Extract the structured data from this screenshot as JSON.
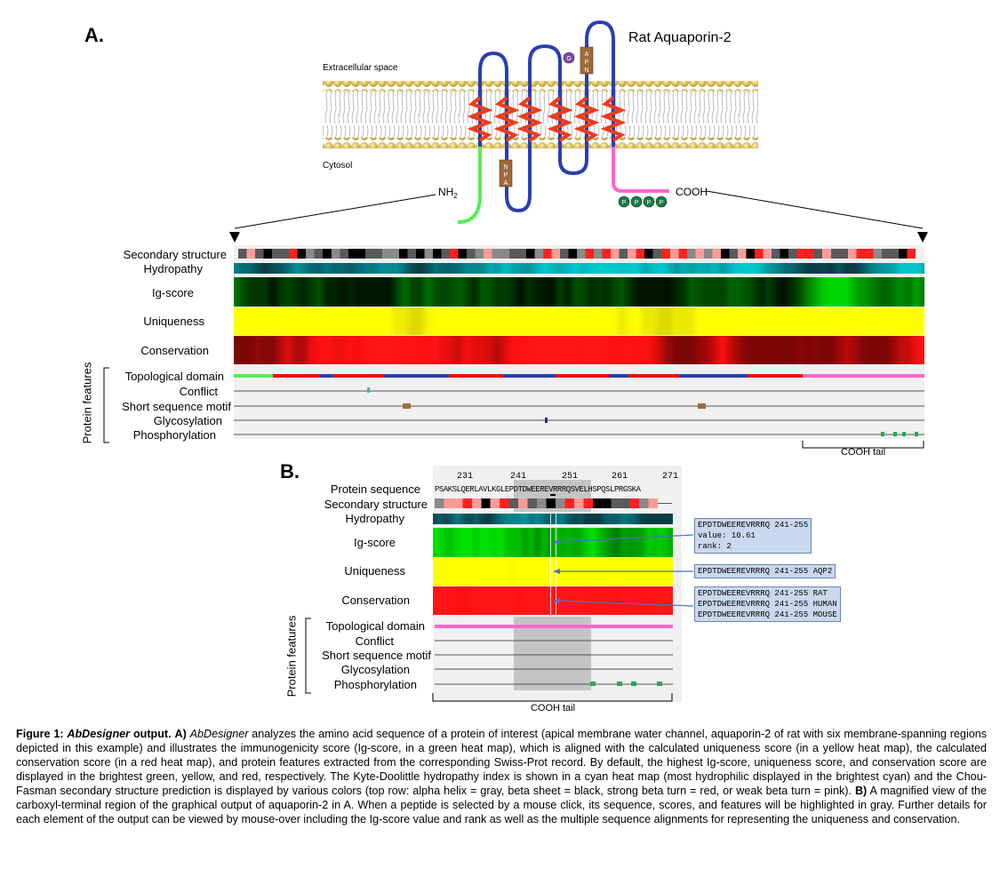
{
  "panelA": {
    "letter": "A.",
    "title": "Rat Aquaporin-2",
    "extracellular": "Extracellular space",
    "cytosol": "Cytosol",
    "nh2": "NH",
    "nh2_sub": "2",
    "cooh": "COOH",
    "motif_npa": [
      "N",
      "P",
      "A"
    ],
    "motif_apn": [
      "A",
      "P",
      "N"
    ],
    "glyco_label": "G",
    "phospho_label": "P",
    "tracks": [
      "Secondary structure",
      "Hydropathy",
      "Ig-score",
      "Uniqueness",
      "Conservation"
    ],
    "features_group": "Protein features",
    "features": [
      "Topological domain",
      "Conflict",
      "Short sequence motif",
      "Glycosylation",
      "Phosphorylation"
    ],
    "cooh_tail": "COOH tail"
  },
  "panelB": {
    "letter": "B.",
    "ruler": [
      "231",
      "241",
      "251",
      "261",
      "271"
    ],
    "sequence": "PSAKSLQERLAVLKGLEPDTDWEEREVRRRQSVELHSPQSLPRGSKA",
    "tracks": [
      "Protein sequence",
      "Secondary structure",
      "Hydropathy",
      "Ig-score",
      "Uniqueness",
      "Conservation"
    ],
    "features_group": "Protein features",
    "features": [
      "Topological domain",
      "Conflict",
      "Short sequence motif",
      "Glycosylation",
      "Phosphorylation"
    ],
    "cooh_tail": "COOH tail",
    "tip_ig": [
      "EPDTDWEEREVRRRQ 241-255",
      "value: 10.61",
      "rank: 2"
    ],
    "tip_uniq": [
      "EPDTDWEEREVRRRQ 241-255 AQP2"
    ],
    "tip_cons": [
      "EPDTDWEEREVRRRQ 241-255 RAT",
      "EPDTDWEEREVRRRQ 241-255 HUMAN",
      "EPDTDWEEREVRRRQ 241-255 MOUSE"
    ]
  },
  "caption": {
    "fig": "Figure 1:",
    "app": "AbDesigner",
    "output": "output.",
    "a_letter": "A)",
    "app2": "AbDesigner",
    "text_a": "analyzes the amino acid sequence of a protein of interest (apical membrane water channel, aquaporin-2 of rat with six membrane-spanning regions depicted in this example) and illustrates the immunogenicity score (Ig-score, in a green heat map), which is aligned with the calculated uniqueness score (in a yellow heat map), the calculated conservation score (in a red heat map), and protein features extracted from the corresponding Swiss-Prot record. By default, the highest Ig-score, uniqueness score, and conservation score are displayed in the brightest green, yellow, and red, respectively. The Kyte-Doolittle hydropathy index is shown in a cyan heat map (most hydrophilic displayed in the brightest cyan) and the Chou-Fasman secondary structure prediction is displayed by various colors (top row: alpha helix = gray, beta sheet = black, strong beta turn = red, or weak beta turn = pink).",
    "b_letter": "B)",
    "text_b": "A magnified view of the carboxyl-terminal region of the graphical output of aquaporin-2 in A. When a peptide is selected by a mouse click, its sequence, scores, and features will be highlighted in gray. Further details for each element of the output can be viewed by mouse-over including the Ig-score value and rank as well as the multiple sequence alignments for representing the uniqueness and conservation."
  },
  "colors": {
    "helix_gray": "#8a8a8a",
    "sheet_black": "#000000",
    "turn_red": "#ff2020",
    "turn_pink": "#ff9a9a",
    "hydro_cyan": "#2a9aa0",
    "ig_green": "#1fc41f",
    "uniq_yellow": "#ffff00",
    "cons_red": "#ff1010",
    "cyto_red": "#ee2020",
    "membrane_blue": "#2a3fb0",
    "cooh_pink": "#ff66cc",
    "nterm_green": "#55ee55"
  }
}
